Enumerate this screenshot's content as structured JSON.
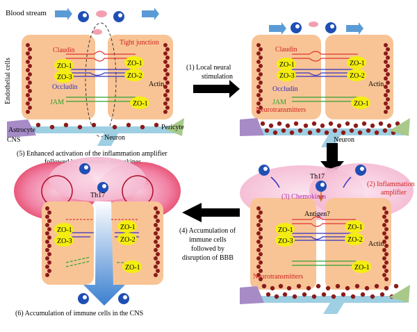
{
  "labels": {
    "blood_stream": "Blood stream",
    "endothelial_cells": "Endothelial cells",
    "tight_junction": "Tight junction",
    "claudin": "Claudin",
    "zo1": "ZO-1",
    "zo2": "ZO-2",
    "zo3": "ZO-3",
    "occludin": "Occludin",
    "jam": "JAM",
    "actin": "Actin",
    "astrocyte": "Astrocyte",
    "cns": "CNS",
    "pericyte": "Pericyte",
    "neuron": "Neuron",
    "neurotransmitters": "Neurotransmitters",
    "th17": "Th17",
    "chemokines": "(3) Chemokines",
    "antigen": "Antigen?",
    "inflammation_amplifier_line1": "(2) Inflammation",
    "inflammation_amplifier_line2": "amplifier"
  },
  "steps": {
    "s1_line1": "(1) Local neural",
    "s1_line2": "stimulation",
    "s4_line1": "(4) Accumulation of",
    "s4_line2": "immune cells",
    "s4_line3": "followed by",
    "s4_line4": "disruption of BBB",
    "s5_line1": "(5) Enhanced activation of the inflammation amplifier",
    "s5_line2": "followed by excessive chemokines",
    "s6": "(6) Accumulation of immune cells in the CNS"
  },
  "colors": {
    "cell_fill": "#f8c496",
    "cell_stroke": "#e0a070",
    "vessel": "#9ecfe2",
    "claudin": "#e03030",
    "occludin": "#3030c0",
    "jam": "#30a030",
    "zo": "#f4ee10",
    "actin": "#8b1a1a",
    "astrocyte": "#a68bc7",
    "pericyte": "#a9c98a",
    "flow_arrow": "#5b9bd5",
    "immune_cell": "#1f4fb5",
    "red_label": "#d02020",
    "blue_label": "#3030b0",
    "magenta_label": "#b030b0",
    "inflammation": "#f08aa0",
    "black_arrow": "#000000"
  }
}
